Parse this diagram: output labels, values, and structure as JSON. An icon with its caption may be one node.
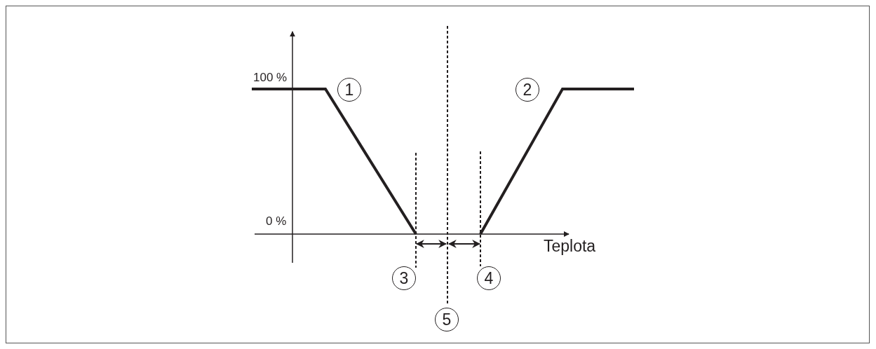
{
  "diagram": {
    "labels": [
      "100 %",
      "1",
      "2",
      "0 %",
      "Teplota",
      "3",
      "4",
      "5"
    ]
  }
}
